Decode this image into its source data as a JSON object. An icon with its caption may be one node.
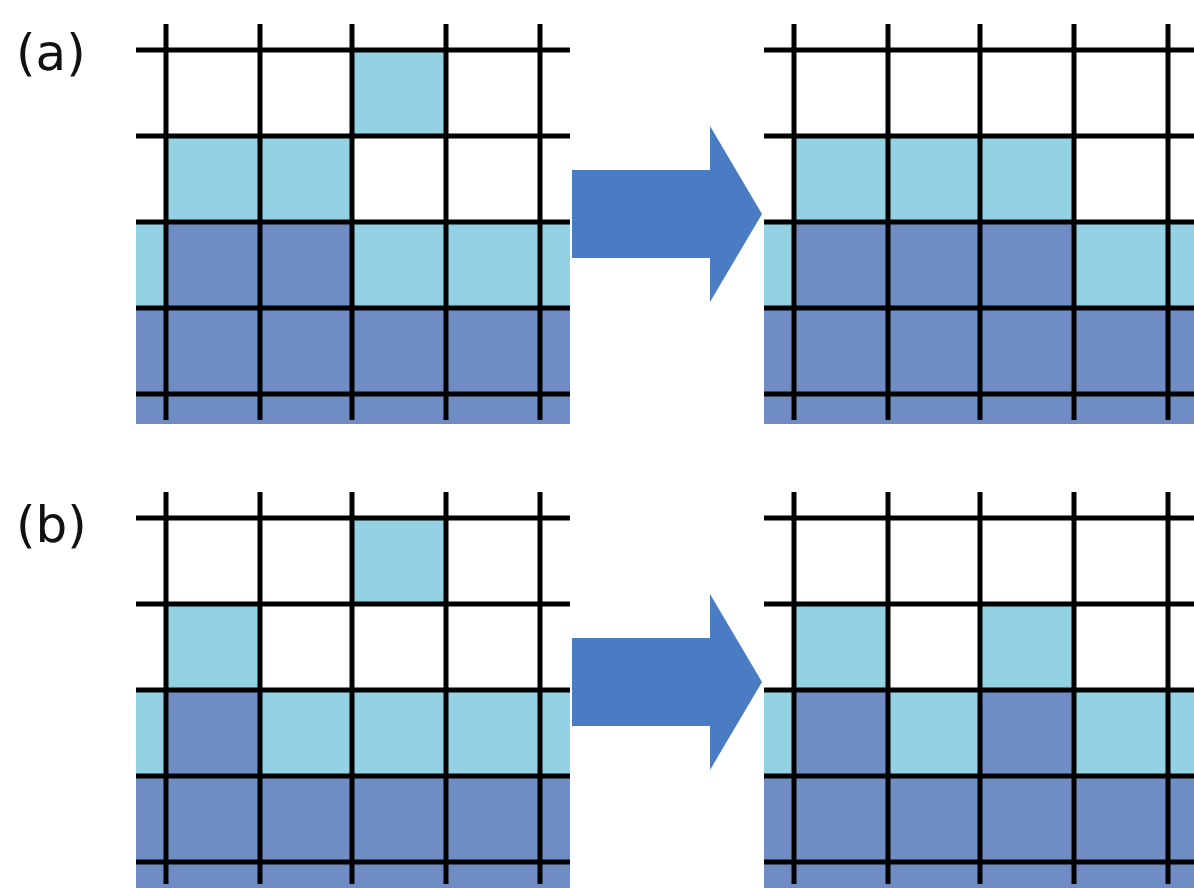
{
  "diagram": {
    "nodes": [
      {
        "text": [],
        "shape": "grid"
      },
      {
        "text": [],
        "shape": "grid"
      },
      {
        "text": [],
        "shape": "grid"
      },
      {
        "text": [],
        "shape": "grid"
      }
    ],
    "edges": [
      {
        "from": 0,
        "to": 1,
        "arrow": "to"
      },
      {
        "from": 2,
        "to": 3,
        "arrow": "to"
      }
    ],
    "labels": [
      "(a)",
      "(b)"
    ]
  }
}
